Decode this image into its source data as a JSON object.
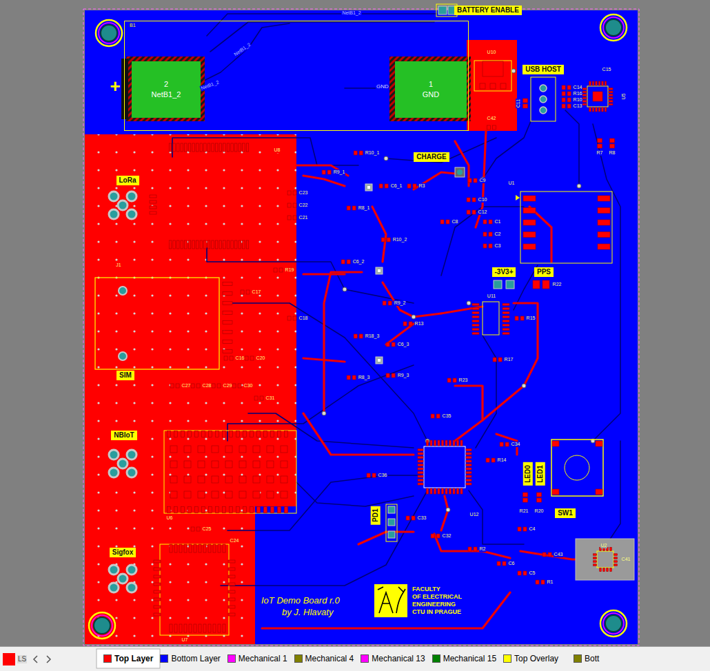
{
  "diagram": {
    "nodes": [
      {
        "text": [
          "BATTERY ENABLE"
        ]
      },
      {
        "text": [
          "B1"
        ]
      },
      {
        "text": [
          "2",
          "NetB1_2"
        ],
        "in": 1
      },
      {
        "text": [
          "1",
          "GND"
        ],
        "in": 1
      },
      {
        "text": [
          "USB HOST"
        ]
      },
      {
        "text": [
          "CHARGE"
        ]
      },
      {
        "text": [
          "LoRa"
        ]
      },
      {
        "text": [
          "-3V3+"
        ]
      },
      {
        "text": [
          "PPS"
        ]
      },
      {
        "text": [
          "SIM"
        ]
      },
      {
        "text": [
          "LED0"
        ]
      },
      {
        "text": [
          "LED1"
        ]
      },
      {
        "text": [
          "NBIoT"
        ]
      },
      {
        "text": [
          "SW1"
        ]
      },
      {
        "text": [
          "PD1"
        ]
      },
      {
        "text": [
          "Sigfox"
        ]
      }
    ],
    "labels": [
      "+",
      "NetB1_2",
      "NetB1_2",
      "NetB1_2",
      "GND",
      "U10",
      "C42",
      "C11",
      "C14",
      "R16",
      "R10",
      "C13",
      "C15",
      "U5",
      "R7",
      "R8",
      "U8",
      "C23",
      "C22",
      "C21",
      "R19",
      "J1",
      "C17",
      "C18",
      "C16",
      "C20",
      "C27",
      "C28",
      "C29",
      "C30",
      "C31",
      "R9_1",
      "R10_1",
      "R8_1",
      "C6_1",
      "R10_2",
      "C6_2",
      "R9_2",
      "R18_3",
      "C6_3",
      "R8_3",
      "R9_3",
      "R3",
      "C9",
      "C10",
      "C12",
      "C8",
      "U1",
      "C1",
      "C2",
      "C3",
      "R22",
      "U11",
      "R13",
      "R15",
      "R17",
      "R23",
      "C35",
      "C34",
      "R14",
      "U12",
      "R21",
      "R20",
      "C36",
      "C33",
      "C32",
      "R2",
      "C4",
      "C43",
      "C6",
      "C5",
      "R1",
      "U2",
      "C41",
      "C25",
      "C24",
      "U6",
      "U7",
      "IoT Demo Board r.0",
      "by J. Hlavaty",
      "FACULTY",
      "OF ELECTRICAL",
      "ENGINEERING",
      "CTU IN PRAGUE",
      "LS"
    ],
    "legend": [
      {
        "text": "Top Layer",
        "color": "#ff0000"
      },
      {
        "text": "Bottom Layer",
        "color": "#0000ff"
      },
      {
        "text": "Mechanical 1",
        "color": "#ff00ff"
      },
      {
        "text": "Mechanical 4",
        "color": "#808000"
      },
      {
        "text": "Mechanical 13",
        "color": "#ff00ff"
      },
      {
        "text": "Mechanical 15",
        "color": "#008000"
      },
      {
        "text": "Top Overlay",
        "color": "#ffff00"
      },
      {
        "text": "Bott",
        "color": "#808000"
      }
    ]
  }
}
